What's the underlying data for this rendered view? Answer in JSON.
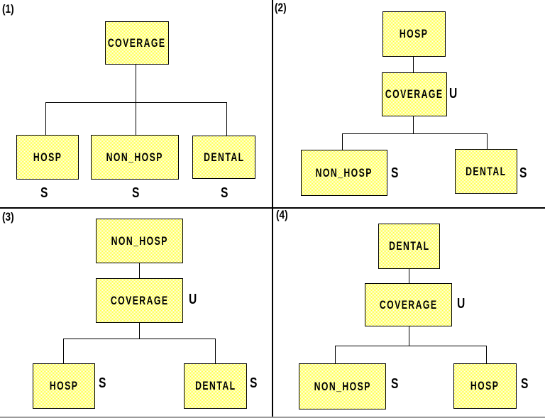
{
  "figure": {
    "colors": {
      "background": "#FFFFFF",
      "box_fill_dither_a": "#FFFF33",
      "box_fill_dither_b": "#FFFFFF",
      "box_border": "#000000",
      "line": "#000000"
    },
    "panels": [
      {
        "number": "(1)",
        "root": {
          "label": "COVERAGE"
        },
        "children": [
          {
            "label": "HOSP",
            "annotation": "S"
          },
          {
            "label": "NON_HOSP",
            "annotation": "S"
          },
          {
            "label": "DENTAL",
            "annotation": "S"
          }
        ]
      },
      {
        "number": "(2)",
        "top": {
          "label": "HOSP"
        },
        "middle": {
          "label": "COVERAGE",
          "annotation": "U"
        },
        "children": [
          {
            "label": "NON_HOSP",
            "annotation": "S"
          },
          {
            "label": "DENTAL",
            "annotation": "S"
          }
        ]
      },
      {
        "number": "(3)",
        "top": {
          "label": "NON_HOSP"
        },
        "middle": {
          "label": "COVERAGE",
          "annotation": "U"
        },
        "children": [
          {
            "label": "HOSP",
            "annotation": "S"
          },
          {
            "label": "DENTAL",
            "annotation": "S"
          }
        ]
      },
      {
        "number": "(4)",
        "top": {
          "label": "DENTAL"
        },
        "middle": {
          "label": "COVERAGE",
          "annotation": "U"
        },
        "children": [
          {
            "label": "NON_HOSP",
            "annotation": "S"
          },
          {
            "label": "HOSP",
            "annotation": "S"
          }
        ]
      }
    ]
  }
}
